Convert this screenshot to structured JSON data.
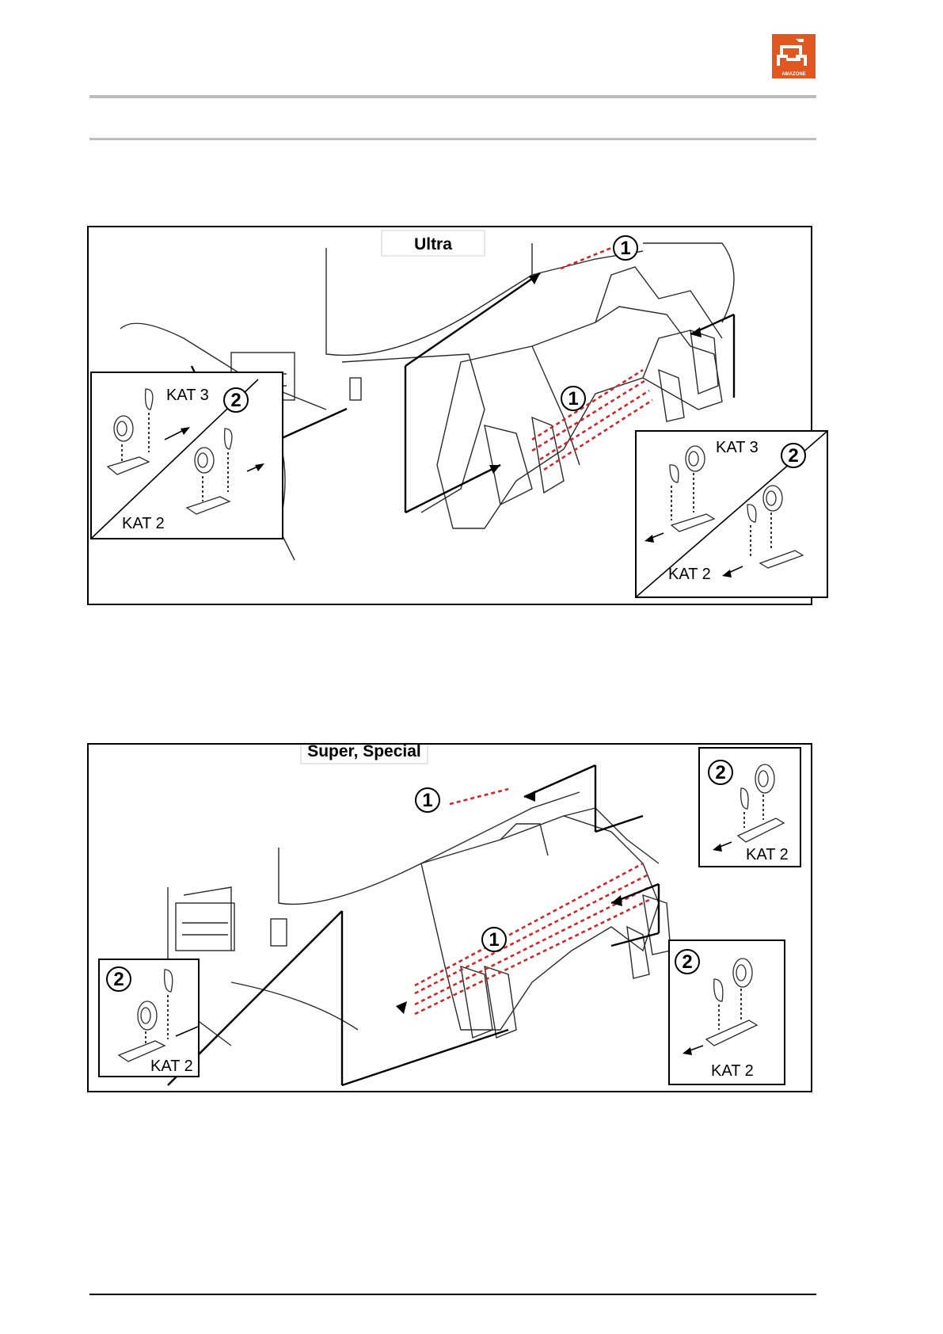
{
  "brand": {
    "name": "AMAZONE",
    "color": "#e2571f"
  },
  "figures": [
    {
      "variant_label": "Ultra",
      "callouts": [
        "1",
        "1",
        "2",
        "2"
      ],
      "left_inset": {
        "top_label": "KAT 3",
        "bottom_label": "KAT 2"
      },
      "right_inset": {
        "top_label": "KAT 3",
        "bottom_label": "KAT 2"
      }
    },
    {
      "variant_label": "Super, Special",
      "callouts": [
        "1",
        "1",
        "2",
        "2",
        "2"
      ],
      "left_inset": {
        "label": "KAT 2"
      },
      "top_right_inset": {
        "label": "KAT 2"
      },
      "bottom_right_inset": {
        "label": "KAT 2"
      }
    }
  ],
  "colors": {
    "dashed_line": "#d0262a",
    "rule": "#bdbdbd"
  }
}
